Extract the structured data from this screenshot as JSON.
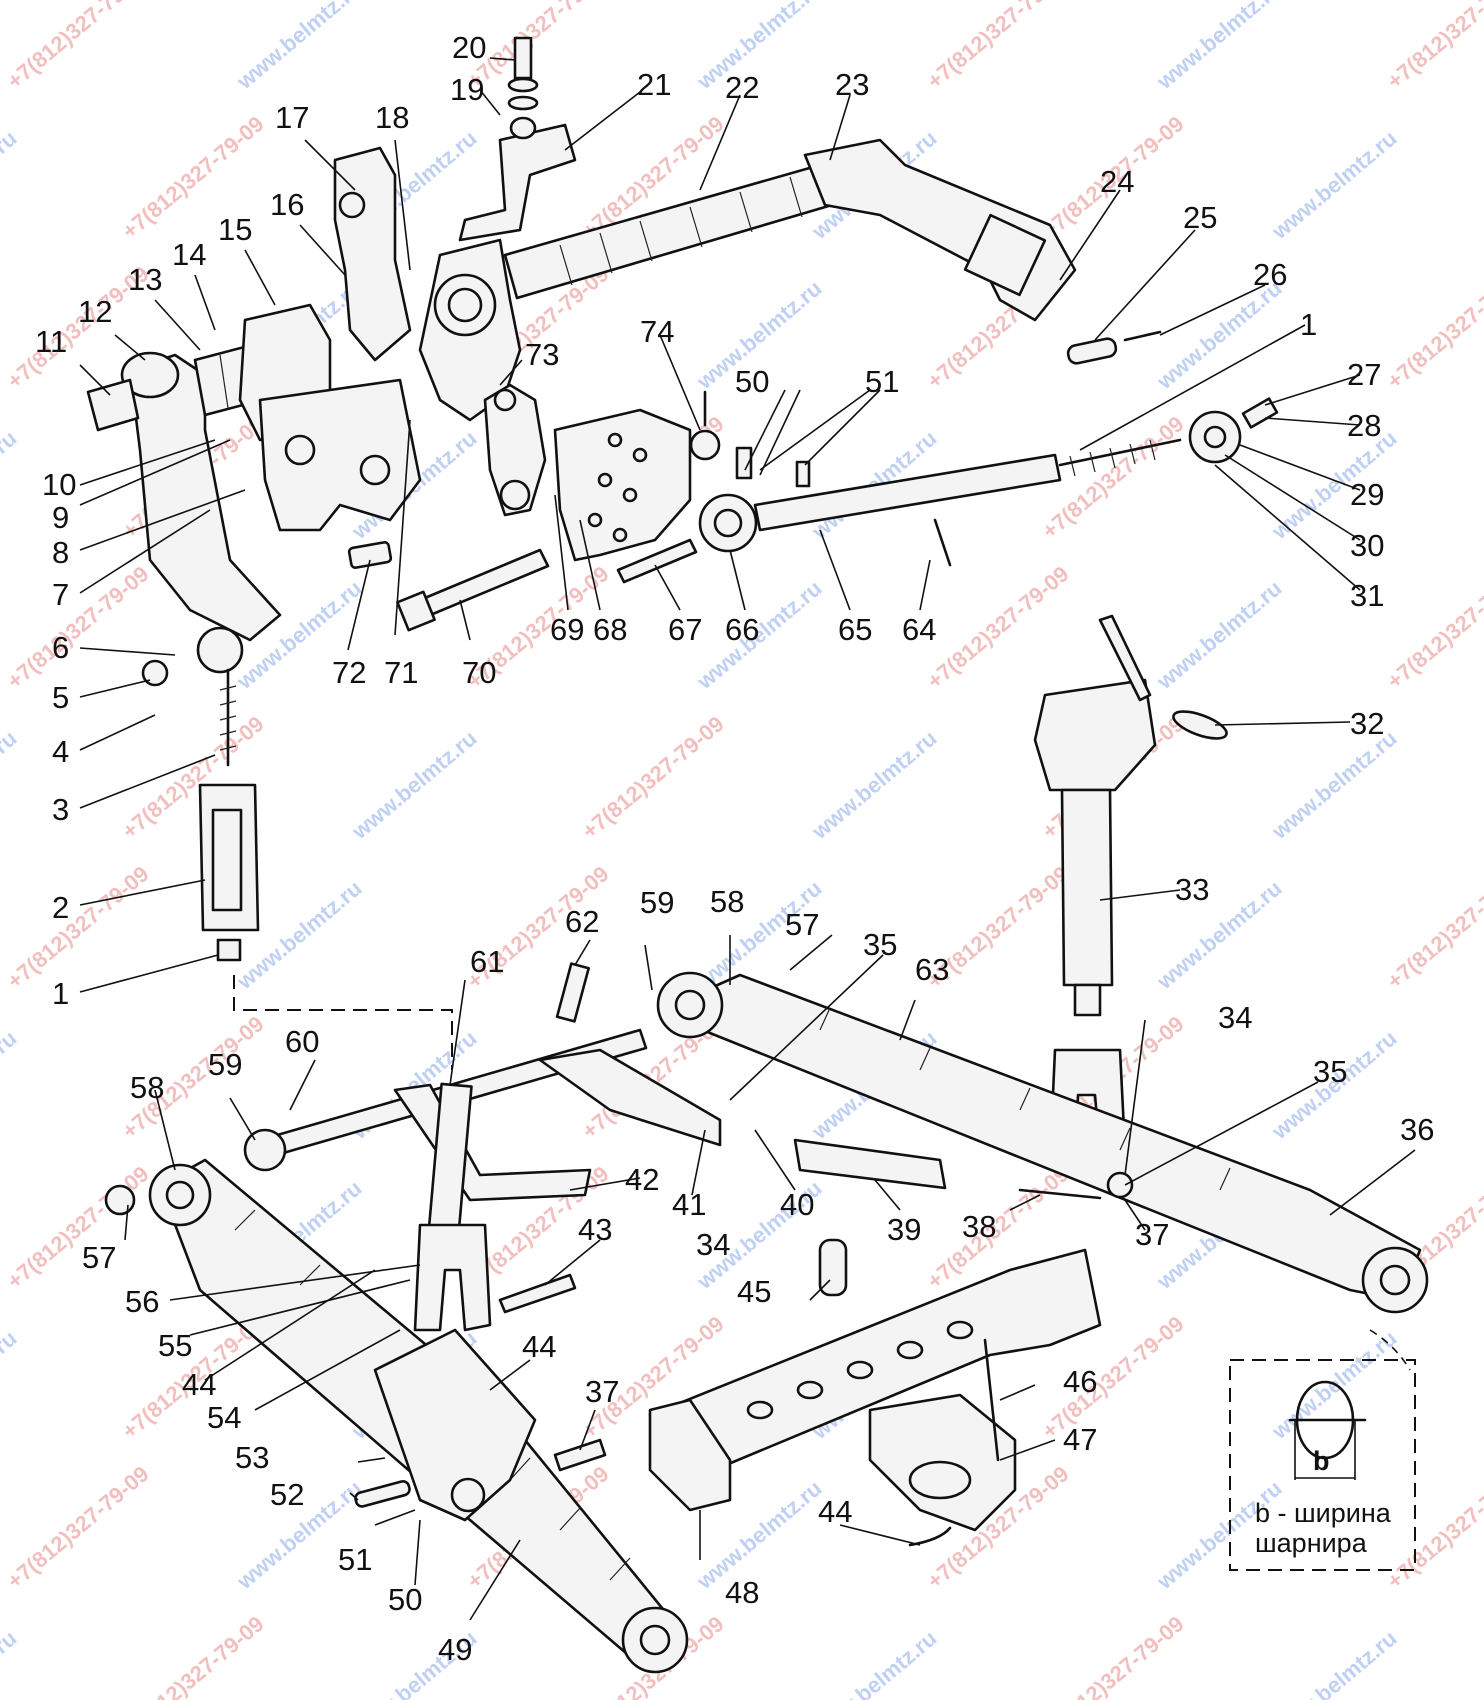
{
  "watermarks": {
    "site": "www.belmtz.ru",
    "phone": "+7(812)327-79-09"
  },
  "callouts": [
    {
      "id": "c1a",
      "text": "1"
    },
    {
      "id": "c1b",
      "text": "1"
    },
    {
      "id": "c2",
      "text": "2"
    },
    {
      "id": "c3",
      "text": "3"
    },
    {
      "id": "c4",
      "text": "4"
    },
    {
      "id": "c5",
      "text": "5"
    },
    {
      "id": "c6",
      "text": "6"
    },
    {
      "id": "c7",
      "text": "7"
    },
    {
      "id": "c8",
      "text": "8"
    },
    {
      "id": "c9",
      "text": "9"
    },
    {
      "id": "c10",
      "text": "10"
    },
    {
      "id": "c11",
      "text": "11"
    },
    {
      "id": "c12",
      "text": "12"
    },
    {
      "id": "c13",
      "text": "13"
    },
    {
      "id": "c14",
      "text": "14"
    },
    {
      "id": "c15",
      "text": "15"
    },
    {
      "id": "c16",
      "text": "16"
    },
    {
      "id": "c17",
      "text": "17"
    },
    {
      "id": "c18",
      "text": "18"
    },
    {
      "id": "c19",
      "text": "19"
    },
    {
      "id": "c20",
      "text": "20"
    },
    {
      "id": "c21",
      "text": "21"
    },
    {
      "id": "c22",
      "text": "22"
    },
    {
      "id": "c23",
      "text": "23"
    },
    {
      "id": "c24",
      "text": "24"
    },
    {
      "id": "c25",
      "text": "25"
    },
    {
      "id": "c26",
      "text": "26"
    },
    {
      "id": "c27",
      "text": "27"
    },
    {
      "id": "c28",
      "text": "28"
    },
    {
      "id": "c29",
      "text": "29"
    },
    {
      "id": "c30",
      "text": "30"
    },
    {
      "id": "c31",
      "text": "31"
    },
    {
      "id": "c32",
      "text": "32"
    },
    {
      "id": "c33",
      "text": "33"
    },
    {
      "id": "c34a",
      "text": "34"
    },
    {
      "id": "c34b",
      "text": "34"
    },
    {
      "id": "c35a",
      "text": "35"
    },
    {
      "id": "c35b",
      "text": "35"
    },
    {
      "id": "c36",
      "text": "36"
    },
    {
      "id": "c37a",
      "text": "37"
    },
    {
      "id": "c37b",
      "text": "37"
    },
    {
      "id": "c38",
      "text": "38"
    },
    {
      "id": "c39",
      "text": "39"
    },
    {
      "id": "c40",
      "text": "40"
    },
    {
      "id": "c41",
      "text": "41"
    },
    {
      "id": "c42",
      "text": "42"
    },
    {
      "id": "c43",
      "text": "43"
    },
    {
      "id": "c44a",
      "text": "44"
    },
    {
      "id": "c44b",
      "text": "44"
    },
    {
      "id": "c44c",
      "text": "44"
    },
    {
      "id": "c45",
      "text": "45"
    },
    {
      "id": "c46",
      "text": "46"
    },
    {
      "id": "c47",
      "text": "47"
    },
    {
      "id": "c48",
      "text": "48"
    },
    {
      "id": "c49",
      "text": "49"
    },
    {
      "id": "c50a",
      "text": "50"
    },
    {
      "id": "c50b",
      "text": "50"
    },
    {
      "id": "c51a",
      "text": "51"
    },
    {
      "id": "c51b",
      "text": "51"
    },
    {
      "id": "c52",
      "text": "52"
    },
    {
      "id": "c53",
      "text": "53"
    },
    {
      "id": "c54",
      "text": "54"
    },
    {
      "id": "c55",
      "text": "55"
    },
    {
      "id": "c56",
      "text": "56"
    },
    {
      "id": "c57a",
      "text": "57"
    },
    {
      "id": "c57b",
      "text": "57"
    },
    {
      "id": "c58a",
      "text": "58"
    },
    {
      "id": "c58b",
      "text": "58"
    },
    {
      "id": "c59a",
      "text": "59"
    },
    {
      "id": "c59b",
      "text": "59"
    },
    {
      "id": "c60",
      "text": "60"
    },
    {
      "id": "c61",
      "text": "61"
    },
    {
      "id": "c62",
      "text": "62"
    },
    {
      "id": "c63",
      "text": "63"
    },
    {
      "id": "c64",
      "text": "64"
    },
    {
      "id": "c65",
      "text": "65"
    },
    {
      "id": "c66",
      "text": "66"
    },
    {
      "id": "c67",
      "text": "67"
    },
    {
      "id": "c68",
      "text": "68"
    },
    {
      "id": "c69",
      "text": "69"
    },
    {
      "id": "c70",
      "text": "70"
    },
    {
      "id": "c71",
      "text": "71"
    },
    {
      "id": "c72",
      "text": "72"
    },
    {
      "id": "c73",
      "text": "73"
    },
    {
      "id": "c74",
      "text": "74"
    }
  ],
  "inset": {
    "dimension_letter": "b",
    "caption_line1": "b - ширина",
    "caption_line2": "шарнира"
  }
}
